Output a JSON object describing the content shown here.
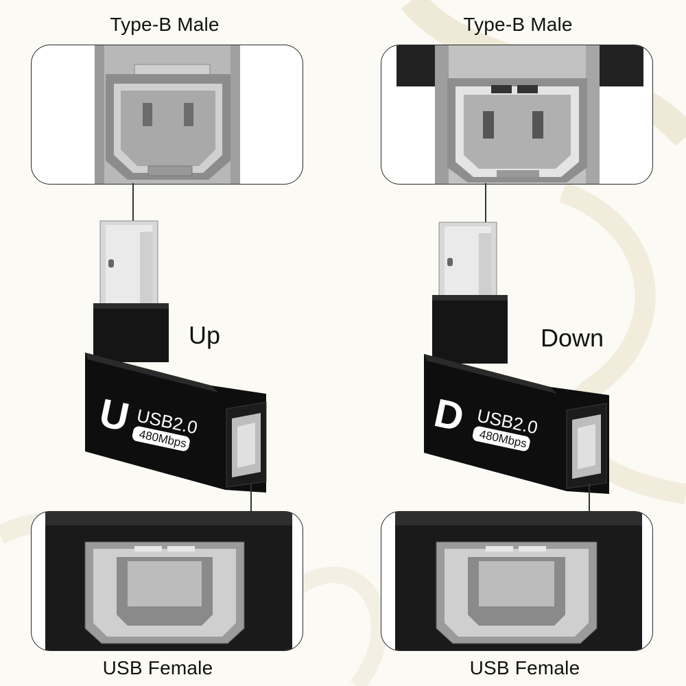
{
  "left": {
    "top_label": "Type-B Male",
    "bottom_label": "USB Female",
    "direction": "Up",
    "letter": "U",
    "spec": "USB2.0",
    "speed": "480Mbps"
  },
  "right": {
    "top_label": "Type-B Male",
    "bottom_label": "USB Female",
    "direction": "Down",
    "letter": "D",
    "spec": "USB2.0",
    "speed": "480Mbps"
  },
  "colors": {
    "background": "#fbfaf4",
    "body": "#101010",
    "metal": "#bdbdbd",
    "plastic": "#d9d9d9"
  }
}
